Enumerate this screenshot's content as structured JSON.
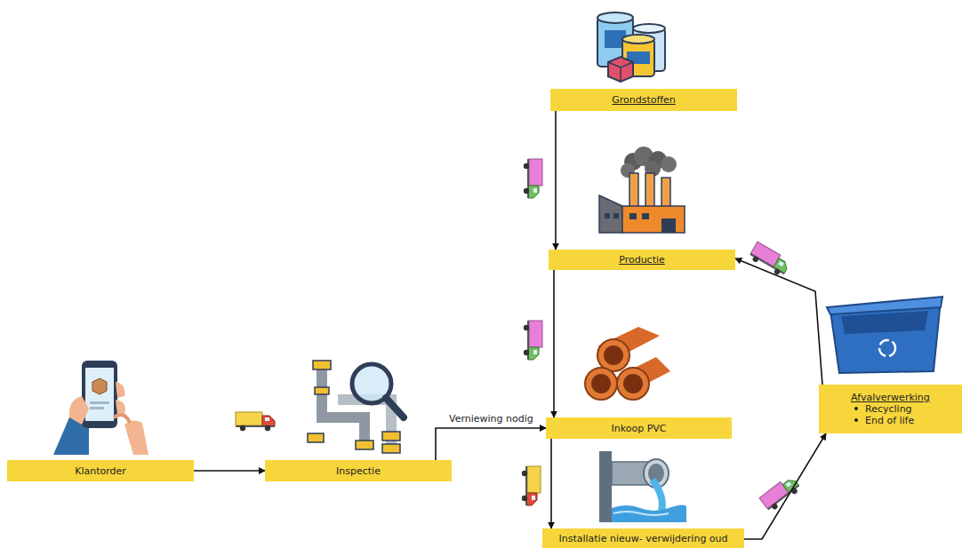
{
  "diagram": {
    "nodes": [
      {
        "text": [
          "Grondstoffen"
        ]
      },
      {
        "text": [
          "Productie"
        ]
      },
      {
        "text": [
          "Klantorder"
        ]
      },
      {
        "text": [
          "Inspectie"
        ]
      },
      {
        "text": [
          "Inkoop PVC"
        ]
      },
      {
        "text": [
          "Afvalverwerking",
          "Recycling",
          "End of life"
        ]
      },
      {
        "text": [
          "Installatie nieuw- verwijdering oud"
        ]
      }
    ],
    "edges": [
      {
        "from": 0,
        "to": 1,
        "arrow": "to"
      },
      {
        "from": 1,
        "to": 4,
        "arrow": "to"
      },
      {
        "from": 2,
        "to": 3,
        "arrow": "to"
      },
      {
        "from": 3,
        "to": 4,
        "label": "Verniewing nodig",
        "arrow": "to"
      },
      {
        "from": 4,
        "to": 6,
        "arrow": "to"
      },
      {
        "from": 6,
        "to": 5,
        "arrow": "to"
      },
      {
        "from": 5,
        "to": 1,
        "arrow": "to"
      }
    ]
  }
}
